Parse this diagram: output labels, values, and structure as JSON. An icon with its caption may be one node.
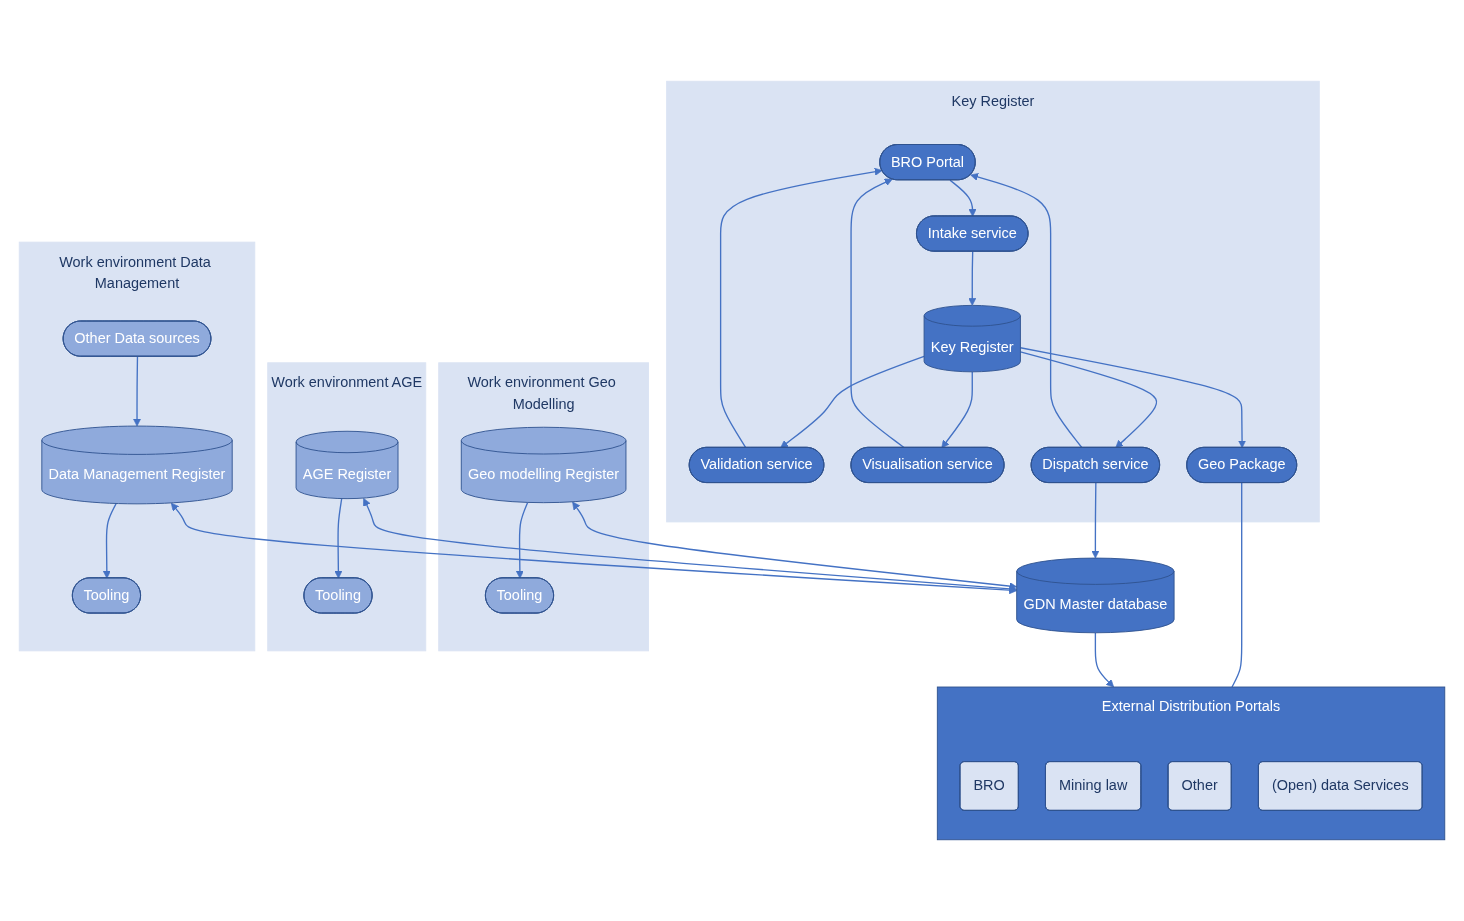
{
  "diagram": {
    "nodes": [
      {
        "text": [
          "Key Register"
        ]
      },
      {
        "text": [
          "BRO Portal"
        ],
        "in": 0
      },
      {
        "text": [
          "Intake service"
        ],
        "in": 0
      },
      {
        "text": [
          "Key Register"
        ],
        "in": 0
      },
      {
        "text": [
          "Validation service"
        ],
        "in": 0
      },
      {
        "text": [
          "Visualisation service"
        ],
        "in": 0
      },
      {
        "text": [
          "Dispatch service"
        ],
        "in": 0
      },
      {
        "text": [
          "Geo Package"
        ],
        "in": 0
      },
      {
        "text": [
          "Work environment Geo Modelling"
        ]
      },
      {
        "text": [
          "Geo modelling Register"
        ],
        "in": 8
      },
      {
        "text": [
          "Tooling"
        ],
        "in": 8
      },
      {
        "text": [
          "Work environment AGE"
        ]
      },
      {
        "text": [
          "AGE Register"
        ],
        "in": 11
      },
      {
        "text": [
          "Tooling"
        ],
        "in": 11
      },
      {
        "text": [
          "Work environment Data Management"
        ]
      },
      {
        "text": [
          "Other Data sources"
        ],
        "in": 14
      },
      {
        "text": [
          "Data Management Register"
        ],
        "in": 14
      },
      {
        "text": [
          "Tooling"
        ],
        "in": 14
      },
      {
        "text": [
          "GDN Master database"
        ]
      },
      {
        "text": [
          "External Distribution Portals"
        ]
      },
      {
        "text": [
          "BRO"
        ],
        "in": 19
      },
      {
        "text": [
          "Mining law"
        ],
        "in": 19
      },
      {
        "text": [
          "Other"
        ],
        "in": 19
      },
      {
        "text": [
          "(Open) data Services"
        ],
        "in": 19
      }
    ],
    "edges": [
      {
        "from": 1,
        "to": 2,
        "arrow": "to"
      },
      {
        "from": 2,
        "to": 3,
        "arrow": "to"
      },
      {
        "from": 3,
        "to": 4,
        "arrow": "to"
      },
      {
        "from": 3,
        "to": 5,
        "arrow": "to"
      },
      {
        "from": 3,
        "to": 6,
        "arrow": "to"
      },
      {
        "from": 3,
        "to": 7,
        "arrow": "to"
      },
      {
        "from": 4,
        "to": 1,
        "arrow": "to"
      },
      {
        "from": 5,
        "to": 1,
        "arrow": "to"
      },
      {
        "from": 6,
        "to": 1,
        "arrow": "to"
      },
      {
        "from": 6,
        "to": 18,
        "arrow": "to"
      },
      {
        "from": 7,
        "to": 19,
        "arrow": "none"
      },
      {
        "from": 9,
        "to": 10,
        "arrow": "to"
      },
      {
        "from": 9,
        "to": 18,
        "arrow": "both"
      },
      {
        "from": 12,
        "to": 13,
        "arrow": "to"
      },
      {
        "from": 12,
        "to": 18,
        "arrow": "both"
      },
      {
        "from": 15,
        "to": 16,
        "arrow": "to"
      },
      {
        "from": 16,
        "to": 17,
        "arrow": "to"
      },
      {
        "from": 16,
        "to": 18,
        "arrow": "both"
      },
      {
        "from": 18,
        "to": 19,
        "arrow": "to"
      }
    ]
  }
}
